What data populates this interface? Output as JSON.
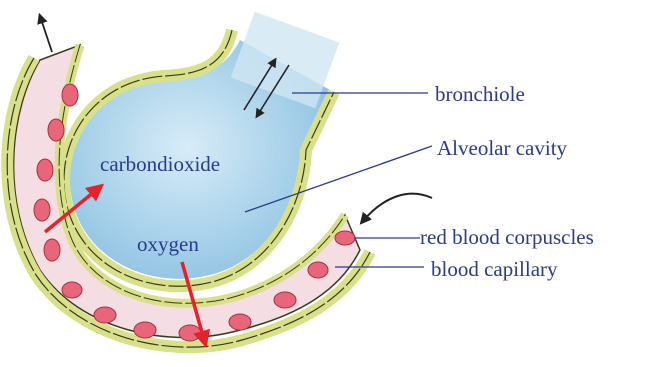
{
  "labels": {
    "bronchiole": "bronchiole",
    "alveolar_cavity": "Alveolar cavity",
    "red_blood_corpuscles": "red blood corpuscles",
    "blood_capillary": "blood capillary",
    "carbondioxide": "carbondioxide",
    "oxygen": "oxygen"
  },
  "colors": {
    "label_text": "#2a3a8f",
    "pointer_line": "#2a3a8f",
    "gas_arrow": "#e8202a",
    "alveolus_fill": "#a9d2ea",
    "wall_cell": "#d9e08a",
    "capillary_plasma": "#f4dde3",
    "rbc": "#e8667a",
    "cell_outline": "#3a3a1a",
    "flow_arrow": "#222222"
  },
  "icons": {
    "airflow": "bidirectional-arrow",
    "blood_in": "curved-arrow",
    "blood_out": "arrow-up"
  }
}
